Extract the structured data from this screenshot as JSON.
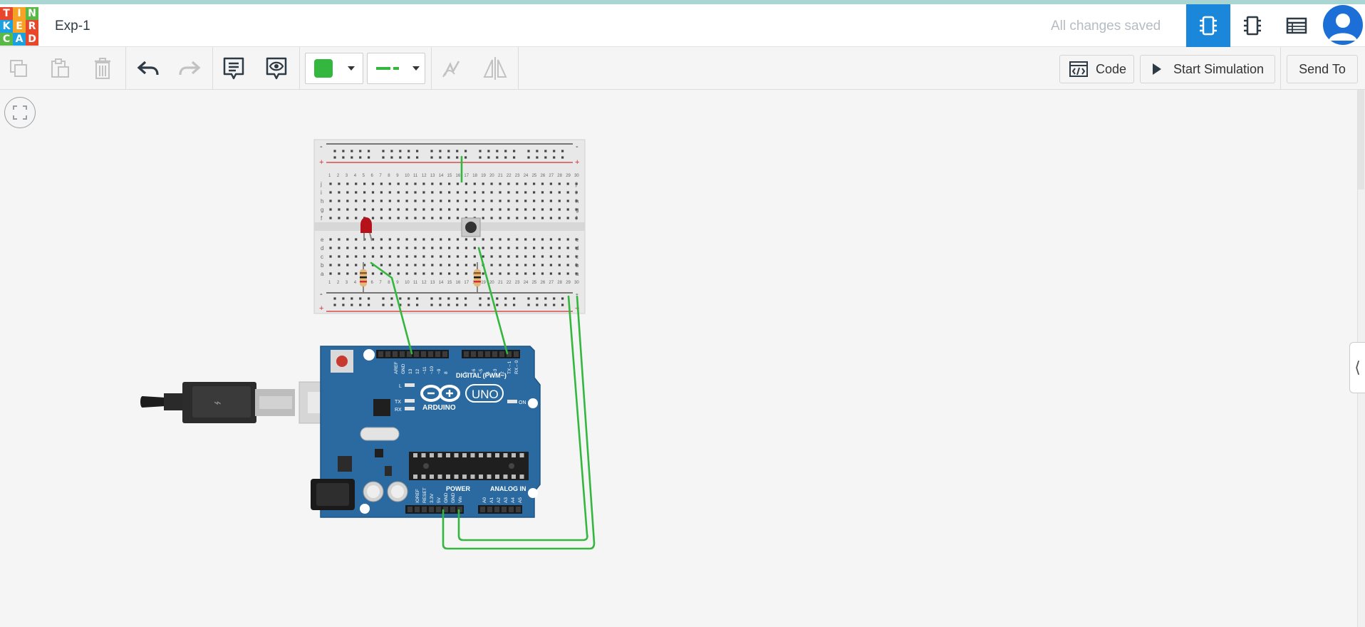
{
  "header": {
    "logo_letters": [
      "T",
      "I",
      "N",
      "K",
      "E",
      "R",
      "C",
      "A",
      "D"
    ],
    "logo_colors": [
      "#e8472b",
      "#f6a224",
      "#58b947",
      "#1ba1e2",
      "#f6a224",
      "#e8472b",
      "#58b947",
      "#1ba1e2",
      "#e8472b"
    ],
    "project_title": "Exp-1",
    "save_status": "All changes saved",
    "view_buttons": [
      {
        "name": "circuit-view-icon",
        "active": true
      },
      {
        "name": "components-view-icon",
        "active": false
      },
      {
        "name": "schematic-list-icon",
        "active": false
      }
    ],
    "avatar_icon": "user-avatar-icon"
  },
  "toolbar": {
    "left_tools": [
      "copy-icon",
      "paste-icon",
      "delete-icon",
      "undo-icon",
      "redo-icon",
      "notes-icon",
      "notes-visibility-icon"
    ],
    "wire_color": "#34b73e",
    "wire_style_icon": "wire-style-icon",
    "extra_tools": [
      "rotate-icon",
      "flip-icon"
    ],
    "code_label": "Code",
    "start_simulation_label": "Start Simulation",
    "send_to_label": "Send To"
  },
  "canvas": {
    "fit_view_icon": "fit-view-icon",
    "collapse_icon": "chevron-left-icon",
    "collapse_glyph": "⟨"
  },
  "breadboard": {
    "rail_minus": "-",
    "rail_plus": "+",
    "row_letters_top": [
      "j",
      "i",
      "h",
      "g",
      "f"
    ],
    "row_letters_bottom": [
      "e",
      "d",
      "c",
      "b",
      "a"
    ],
    "columns": [
      "1",
      "2",
      "3",
      "4",
      "5",
      "6",
      "7",
      "8",
      "9",
      "10",
      "11",
      "12",
      "13",
      "14",
      "15",
      "16",
      "17",
      "18",
      "19",
      "20",
      "21",
      "22",
      "23",
      "24",
      "25",
      "26",
      "27",
      "28",
      "29",
      "30"
    ]
  },
  "arduino": {
    "brand": "ARDUINO",
    "model": "UNO",
    "digital_label": "DIGITAL (PWM~)",
    "digital_pins": [
      "AREF",
      "GND",
      "13",
      "12",
      "~11",
      "~10",
      "~9",
      "8",
      "7",
      "~6",
      "~5",
      "4",
      "~3",
      "2",
      "TX→1",
      "RX←0"
    ],
    "led_labels": [
      "L",
      "TX",
      "RX"
    ],
    "on_label": "ON",
    "power_label": "POWER",
    "analog_label": "ANALOG IN",
    "power_pins": [
      "IOREF",
      "RESET",
      "3.3V",
      "5V",
      "GND",
      "GND",
      "Vin"
    ],
    "analog_pins": [
      "A0",
      "A1",
      "A2",
      "A3",
      "A4",
      "A5"
    ]
  },
  "wire_color": "#34b73e",
  "led_color": "#b5121b"
}
